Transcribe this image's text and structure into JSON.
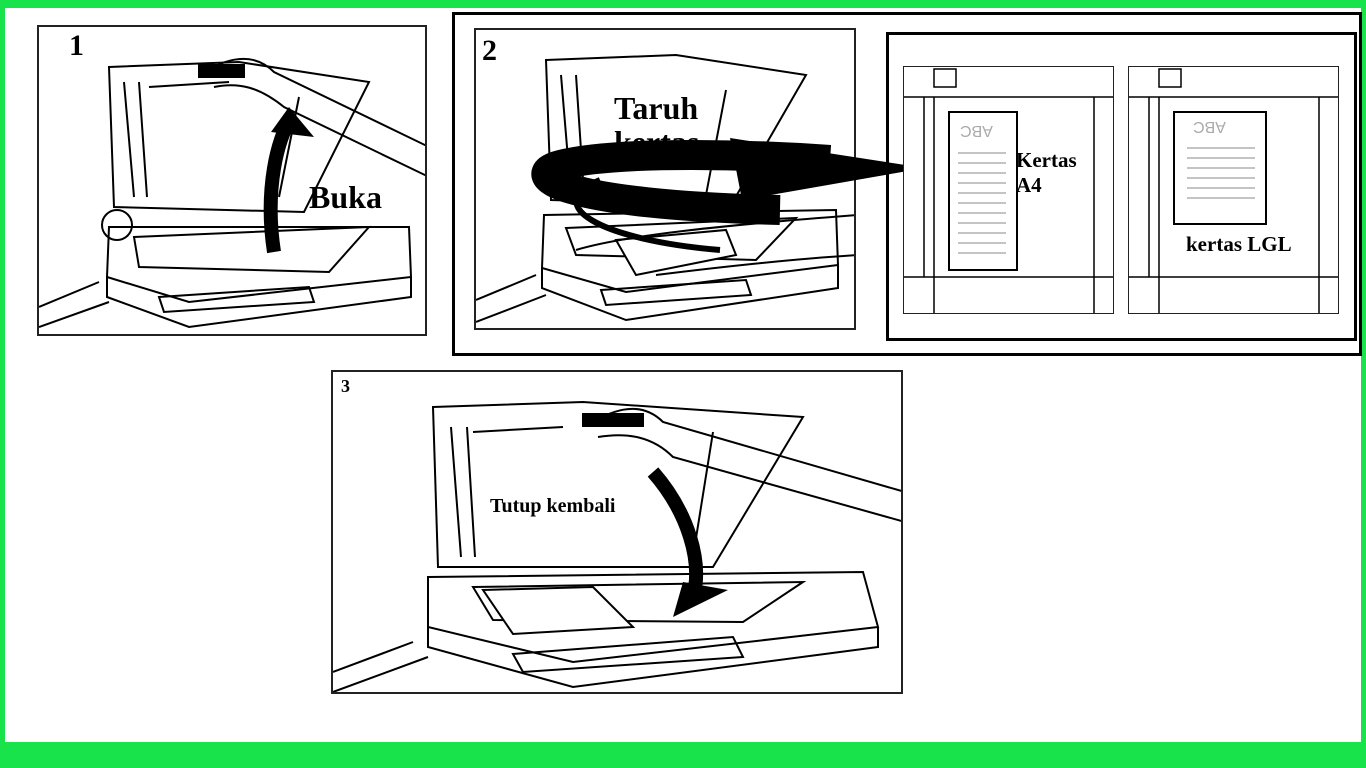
{
  "steps": [
    {
      "number": "1",
      "label": "Buka"
    },
    {
      "number": "2",
      "label": "Taruh kertas"
    },
    {
      "number": "3",
      "label": "Tutup kembali"
    }
  ],
  "paper_sizes": [
    {
      "label": "Kertas A4",
      "page_text": "ABC"
    },
    {
      "label": "kertas LGL",
      "page_text": "ABC"
    }
  ],
  "colors": {
    "frame": "#19e34a",
    "ink": "#000000"
  }
}
